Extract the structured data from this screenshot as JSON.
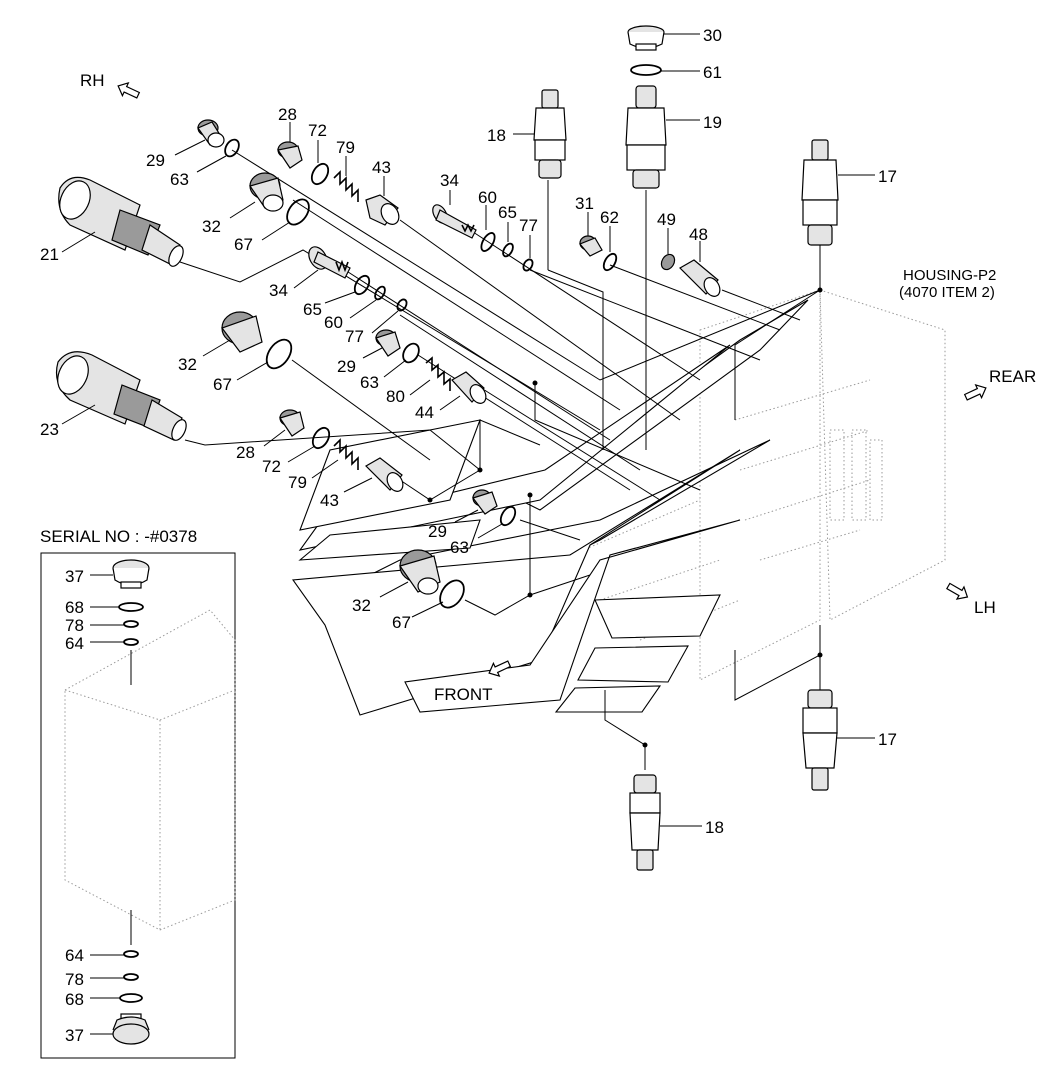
{
  "directions": {
    "rh": "RH",
    "rear": "REAR",
    "lh": "LH",
    "front": "FRONT"
  },
  "housing": {
    "line1": "HOUSING-P2",
    "line2": "(4070 ITEM 2)"
  },
  "serial": {
    "title": "SERIAL NO : -#0378"
  },
  "callouts": {
    "c30": "30",
    "c61": "61",
    "c19": "19",
    "c18_top": "18",
    "c17_top": "17",
    "c28_top": "28",
    "c72_top": "72",
    "c79_top": "79",
    "c43_top": "43",
    "c34_top": "34",
    "c60_top": "60",
    "c65_top": "65",
    "c77_top": "77",
    "c31": "31",
    "c62": "62",
    "c49": "49",
    "c48": "48",
    "c29_top": "29",
    "c63_top": "63",
    "c32_top": "32",
    "c67_top": "67",
    "c21": "21",
    "c34_mid": "34",
    "c65_mid": "65",
    "c60_mid": "60",
    "c77_mid": "77",
    "c29_mid": "29",
    "c63_mid": "63",
    "c80": "80",
    "c44": "44",
    "c32_mid": "32",
    "c67_mid": "67",
    "c23": "23",
    "c28_low": "28",
    "c72_low": "72",
    "c79_low": "79",
    "c43_low": "43",
    "c29_low": "29",
    "c63_low": "63",
    "c32_low": "32",
    "c67_low": "67",
    "c17_low": "17",
    "c18_low": "18",
    "s37_top": "37",
    "s68_top": "68",
    "s78_top": "78",
    "s64_top": "64",
    "s64_bot": "64",
    "s78_bot": "78",
    "s68_bot": "68",
    "s37_bot": "37"
  },
  "icons": [
    "arrow-rh-icon",
    "arrow-rear-icon",
    "arrow-lh-icon",
    "arrow-front-icon"
  ]
}
